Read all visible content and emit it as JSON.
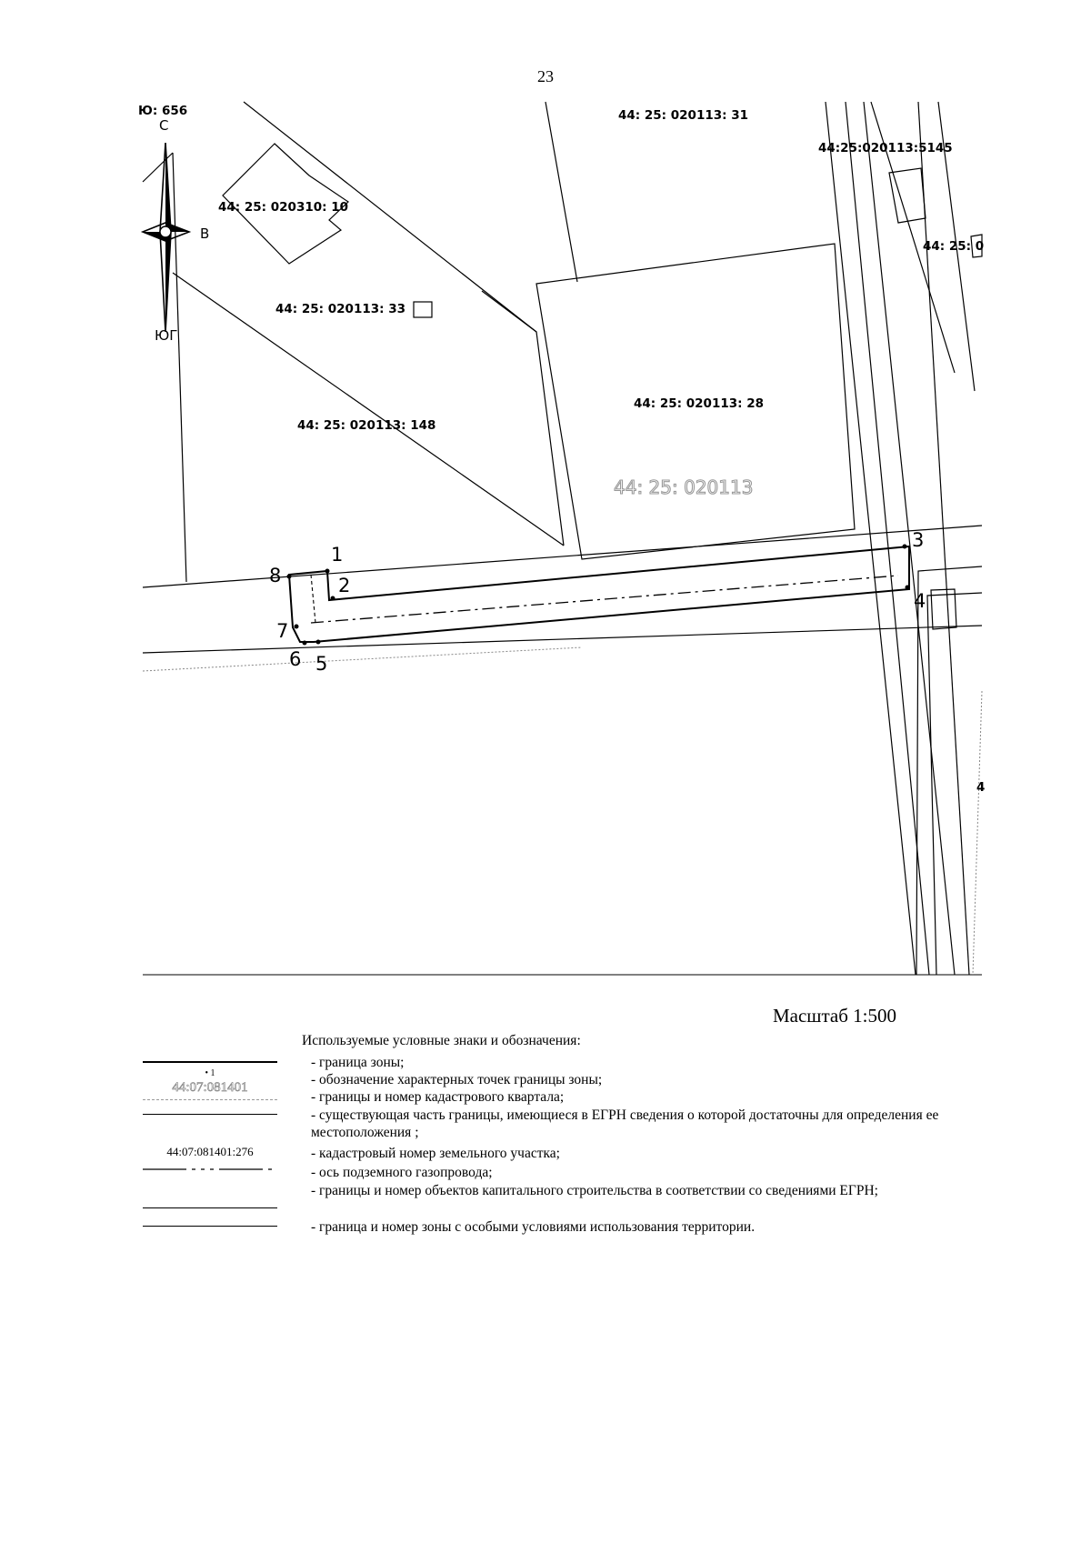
{
  "page": {
    "number": "23"
  },
  "map": {
    "north_label": "С",
    "east_label": "В",
    "south_label": "ЮГ",
    "corner_label": "Ю: 656",
    "parcel_labels": {
      "p31": "44: 25: 020113: 31",
      "p_overlap": "44:25:020113:5145",
      "p10": "44: 25: 020310: 10",
      "p_right": "44: 25: 0",
      "p33": "44: 25: 020113: 33",
      "p28": "44: 25: 020113: 28",
      "p148": "44: 25: 020113: 148",
      "edge4": "4"
    },
    "quarter_label": "44: 25: 020113",
    "points": {
      "p1": "1",
      "p2": "2",
      "p3": "3",
      "p4": "4",
      "p5": "5",
      "p6": "6",
      "p7": "7",
      "p8": "8"
    }
  },
  "scale": {
    "label": "Масштаб 1:500"
  },
  "legend": {
    "title": "Используемые условные знаки и обозначения:",
    "point_symbol_number": "• 1",
    "quarter_symbol": "44:07:081401",
    "parcel_symbol": "44:07:081401:276",
    "items": [
      "- граница зоны;",
      "- обозначение характерных точек границы зоны;",
      "- границы и номер кадастрового квартала;",
      "- существующая часть границы, имеющиеся в ЕГРН сведения о которой достаточны для определения ее местоположения ;",
      "- кадастровый номер земельного участка;",
      "- ось подземного газопровода;",
      "- границы и номер объектов капитального строительства в соответствии со сведениями ЕГРН;",
      "- граница и номер зоны с особыми условиями использования территории."
    ]
  }
}
